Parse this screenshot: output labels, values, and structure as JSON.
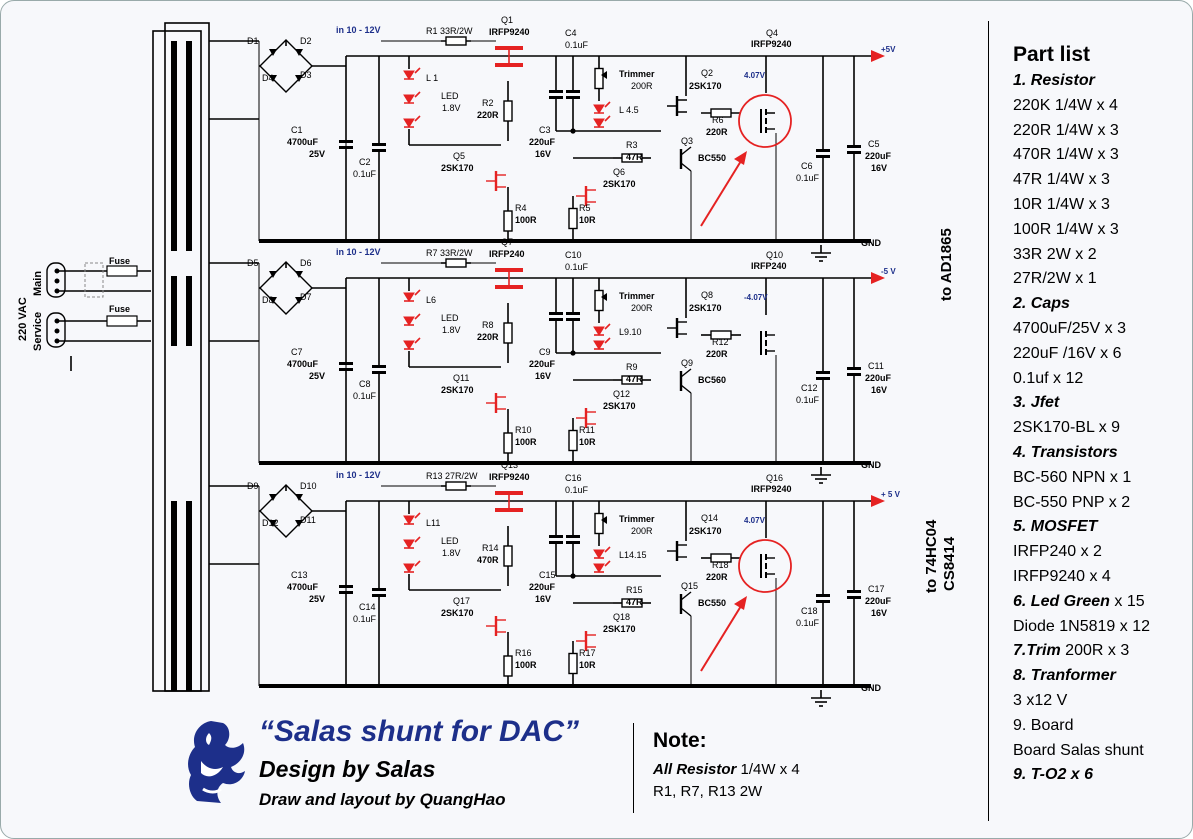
{
  "parts_list": {
    "title": "Part list",
    "rows": [
      {
        "head": "1. Resistor",
        "rest": ""
      },
      {
        "head": "",
        "rest": "220K 1/4W x 4"
      },
      {
        "head": "",
        "rest": "220R 1/4W x 3"
      },
      {
        "head": "",
        "rest": "470R 1/4W x 3"
      },
      {
        "head": "",
        "rest": "47R 1/4W x 3"
      },
      {
        "head": "",
        "rest": "10R 1/4W x 3"
      },
      {
        "head": "",
        "rest": "100R 1/4W x 3"
      },
      {
        "head": "",
        "rest": "33R 2W  x 2"
      },
      {
        "head": "",
        "rest": "27R/2W x 1"
      },
      {
        "head": "2. Caps",
        "rest": ""
      },
      {
        "head": "",
        "rest": " 4700uF/25V x 3"
      },
      {
        "head": "",
        "rest": "220uF /16V x  6"
      },
      {
        "head": "",
        "rest": "0.1uf x 12"
      },
      {
        "head": "3. Jfet",
        "rest": ""
      },
      {
        "head": "",
        "rest": "2SK170-BL x 9"
      },
      {
        "head": "4. Transistors",
        "rest": ""
      },
      {
        "head": "",
        "rest": "BC-560 NPN x 1"
      },
      {
        "head": "",
        "rest": "BC-550 PNP x  2"
      },
      {
        "head": "5. MOSFET",
        "rest": ""
      },
      {
        "head": "",
        "rest": "IRFP240 x 2"
      },
      {
        "head": "",
        "rest": "IRFP9240 x  4"
      },
      {
        "head": "6. Led Green",
        "rest": " x 15"
      },
      {
        "head": "",
        "rest": "Diode 1N5819 x 12"
      },
      {
        "head": "7.Trim",
        "rest": " 200R x 3"
      },
      {
        "head": "8. Tranformer",
        "rest": ""
      },
      {
        "head": "",
        "rest": "3 x12 V"
      },
      {
        "head": "",
        "rest": "9. Board"
      },
      {
        "head": "",
        "rest": " Board Salas shunt"
      },
      {
        "head": "9.  T-O2 x 6",
        "rest": ""
      }
    ]
  },
  "footer": {
    "title": "“Salas shunt for DAC”",
    "design": "Design by Salas",
    "draw": "Draw and layout by QuangHao"
  },
  "note": {
    "title": "Note:",
    "line1_bold": "All Resistor",
    "line1_rest": " 1/4W x 4",
    "line2": "R1, R7, R13 2W"
  },
  "mains": {
    "vac": "220 VAC",
    "main": "Main",
    "service": "Service",
    "fuse1": "Fuse",
    "fuse2": "Fuse"
  },
  "outputs": {
    "to1": "to AD1865",
    "to2": "to 74HC04",
    "to2b": "CS8414"
  },
  "stages": [
    {
      "input": "in 10 - 12V",
      "rail": "+5V",
      "gnd": "GND",
      "d": [
        "D1",
        "D2",
        "D4",
        "D3"
      ],
      "c_big": [
        "C1",
        "4700uF",
        "25V"
      ],
      "c_small": [
        "C2",
        "0.1uF"
      ],
      "led": "L 1",
      "led_txt": [
        "LED",
        "1.8V"
      ],
      "r_in": "R1 33R/2W",
      "q_pass": [
        "Q1",
        "IRFP9240"
      ],
      "c_top": [
        "C4",
        "0.1uF"
      ],
      "trim": [
        "Trimmer",
        "200R"
      ],
      "q_a": [
        "Q2",
        "2SK170"
      ],
      "q_out": [
        "Q4",
        "IRFP9240"
      ],
      "vout": "4.07V",
      "r_b": [
        "R2",
        "220R"
      ],
      "l_b": "L 4.5",
      "r_c": [
        "R6",
        "220R"
      ],
      "c_mid": [
        "C3",
        "220uF",
        "16V"
      ],
      "r_d": [
        "R3",
        "47R"
      ],
      "q_b": [
        "Q3",
        "BC550"
      ],
      "q_c": [
        "Q5",
        "2SK170"
      ],
      "q_d": [
        "Q6",
        "2SK170"
      ],
      "r_e": [
        "R4",
        "100R"
      ],
      "r_f": [
        "R5",
        "10R"
      ],
      "c_out1": [
        "C6",
        "0.1uF"
      ],
      "c_out2": [
        "C5",
        "220uF",
        "16V"
      ]
    },
    {
      "input": "in 10 - 12V",
      "rail": "-5 V",
      "gnd": "GND",
      "d": [
        "D5",
        "D6",
        "D8",
        "D7"
      ],
      "c_big": [
        "C7",
        "4700uF",
        "25V"
      ],
      "c_small": [
        "C8",
        "0.1uF"
      ],
      "led": "L6",
      "led_txt": [
        "LED",
        "1.8V"
      ],
      "r_in": "R7 33R/2W",
      "q_pass": [
        "Q7",
        "IRFP240"
      ],
      "c_top": [
        "C10",
        "0.1uF"
      ],
      "trim": [
        "Trimmer",
        "200R"
      ],
      "q_a": [
        "Q8",
        "2SK170"
      ],
      "q_out": [
        "Q10",
        "IRFP240"
      ],
      "vout": "-4.07V",
      "r_b": [
        "R8",
        "220R"
      ],
      "l_b": "L9.10",
      "r_c": [
        "R12",
        "220R"
      ],
      "c_mid": [
        "C9",
        "220uF",
        "16V"
      ],
      "r_d": [
        "R9",
        "47R"
      ],
      "q_b": [
        "Q9",
        "BC560"
      ],
      "q_c": [
        "Q11",
        "2SK170"
      ],
      "q_d": [
        "Q12",
        "2SK170"
      ],
      "r_e": [
        "R10",
        "100R"
      ],
      "r_f": [
        "R11",
        "10R"
      ],
      "c_out1": [
        "C12",
        "0.1uF"
      ],
      "c_out2": [
        "C11",
        "220uF",
        "16V"
      ]
    },
    {
      "input": "in 10 - 12V",
      "rail": "+ 5 V",
      "gnd": "GND",
      "d": [
        "D9",
        "D10",
        "D12",
        "D11"
      ],
      "c_big": [
        "C13",
        "4700uF",
        "25V"
      ],
      "c_small": [
        "C14",
        "0.1uF"
      ],
      "led": "L11",
      "led_txt": [
        "LED",
        "1.8V"
      ],
      "r_in": "R13 27R/2W",
      "q_pass": [
        "Q13",
        "IRFP9240"
      ],
      "c_top": [
        "C16",
        "0.1uF"
      ],
      "trim": [
        "Trimmer",
        "200R"
      ],
      "q_a": [
        "Q14",
        "2SK170"
      ],
      "q_out": [
        "Q16",
        "IRFP9240"
      ],
      "vout": "4.07V",
      "r_b": [
        "R14",
        "470R"
      ],
      "l_b": "L14.15",
      "r_c": [
        "R18",
        "220R"
      ],
      "c_mid": [
        "C15",
        "220uF",
        "16V"
      ],
      "r_d": [
        "R15",
        "47R"
      ],
      "q_b": [
        "Q15",
        "BC550"
      ],
      "q_c": [
        "Q17",
        "2SK170"
      ],
      "q_d": [
        "Q18",
        "2SK170"
      ],
      "r_e": [
        "R16",
        "100R"
      ],
      "r_f": [
        "R17",
        "10R"
      ],
      "c_out1": [
        "C18",
        "0.1uF"
      ],
      "c_out2": [
        "C17",
        "220uF",
        "16V"
      ]
    }
  ]
}
